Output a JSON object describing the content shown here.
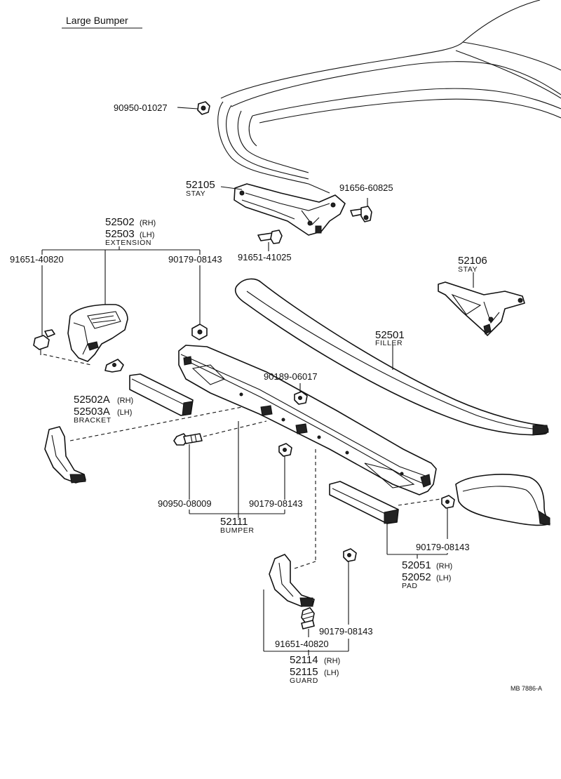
{
  "title": "Large Bumper",
  "parts": {
    "nut_top": "90950-01027",
    "stay_upper_no": "52105",
    "stay_upper_name": "STAY",
    "bolt_upper_right": "91656-60825",
    "bolt_stay": "91651-41025",
    "ext_rh": "52502",
    "ext_rh_sfx": "(RH)",
    "ext_lh": "52503",
    "ext_lh_sfx": "(LH)",
    "ext_name": "EXTENSION",
    "bolt_ext_left": "91651-40820",
    "nut_ext_right": "90179-08143",
    "stay_right_no": "52106",
    "stay_right_name": "STAY",
    "filler_no": "52501",
    "filler_name": "FILLER",
    "nut_center": "90189-06017",
    "bracket_rh": "52502A",
    "bracket_rh_sfx": "(RH)",
    "bracket_lh": "52503A",
    "bracket_lh_sfx": "(LH)",
    "bracket_name": "BRACKET",
    "bolt_bumper": "90950-08009",
    "nut_bumper": "90179-08143",
    "bumper_no": "52111",
    "bumper_name": "BUMPER",
    "nut_pad": "90179-08143",
    "pad_rh": "52051",
    "pad_rh_sfx": "(RH)",
    "pad_lh": "52052",
    "pad_lh_sfx": "(LH)",
    "pad_name": "PAD",
    "nut_guard": "90179-08143",
    "bolt_guard": "91651-40820",
    "guard_rh": "52114",
    "guard_rh_sfx": "(RH)",
    "guard_lh": "52115",
    "guard_lh_sfx": "(LH)",
    "guard_name": "GUARD"
  },
  "figure_code": "MB 7886-A"
}
